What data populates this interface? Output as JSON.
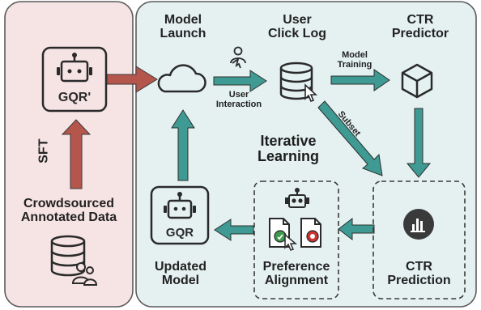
{
  "left_panel": {
    "robot_label": "GQR'",
    "sft_label": "SFT",
    "crowd_label": "Crowdsourced\nAnnotated Data"
  },
  "nodes": {
    "model_launch": "Model\nLaunch",
    "user_click_log": "User\nClick Log",
    "ctr_predictor": "CTR\nPredictor",
    "updated_model": "Updated\nModel",
    "updated_robot_label": "GQR",
    "preference_alignment": "Preference\nAlignment",
    "ctr_prediction": "CTR\nPrediction",
    "iterative_learning": "Iterative\nLearning"
  },
  "edges": {
    "user_interaction": "User\nInteraction",
    "model_training": "Model\nTraining",
    "subset": "Subset"
  },
  "colors": {
    "left_bg": "#f6e3e4",
    "right_bg": "#e5f1f1",
    "teal_arrow": "#3e9a92",
    "red_arrow": "#b5564d"
  }
}
